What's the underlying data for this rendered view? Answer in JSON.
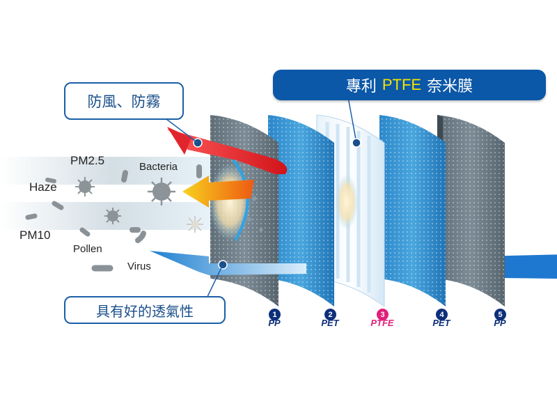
{
  "banner": {
    "prefix": "專利",
    "highlight": "PTFE",
    "suffix": "奈米膜"
  },
  "callouts": {
    "windproof": "防風、防霧",
    "breathable": "具有好的透氣性"
  },
  "particles": {
    "pm25": "PM2.5",
    "bacteria": "Bacteria",
    "haze": "Haze",
    "pm10": "PM10",
    "pollen": "Pollen",
    "virus": "Virus"
  },
  "layers": [
    {
      "num": "1",
      "material": "PP",
      "color": "#0d2f7a"
    },
    {
      "num": "2",
      "material": "PET",
      "color": "#0d2f7a"
    },
    {
      "num": "3",
      "material": "PTFE",
      "color": "#e0207a"
    },
    {
      "num": "4",
      "material": "PET",
      "color": "#0d2f7a"
    },
    {
      "num": "5",
      "material": "PP",
      "color": "#0d2f7a"
    }
  ],
  "colors": {
    "banner": "#0b57a8",
    "highlight": "#f5e400",
    "callout_border": "#1a5fa8",
    "wind_arrow": "#e8262c",
    "filter_arrow": "#f08a1c",
    "air_arrow": "#2a8fd8"
  }
}
